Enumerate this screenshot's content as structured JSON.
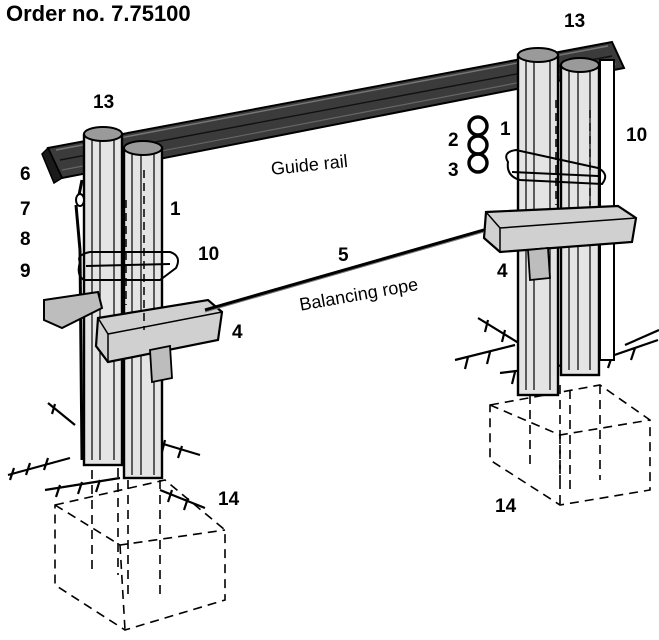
{
  "title": "Order no. 7.75100",
  "captions": {
    "guide_rail": "Guide rail",
    "balancing_rope": "Balancing rope"
  },
  "parts": {
    "p13_right": "13",
    "p13_left": "13",
    "p2": "2",
    "p1_ring": "1",
    "p3": "3",
    "p10_right": "10",
    "p6": "6",
    "p7": "7",
    "p8": "8",
    "p9": "9",
    "p1_left": "1",
    "p10_left": "10",
    "p5": "5",
    "p4_right": "4",
    "p4_left": "4",
    "p14_left": "14",
    "p14_right": "14"
  }
}
